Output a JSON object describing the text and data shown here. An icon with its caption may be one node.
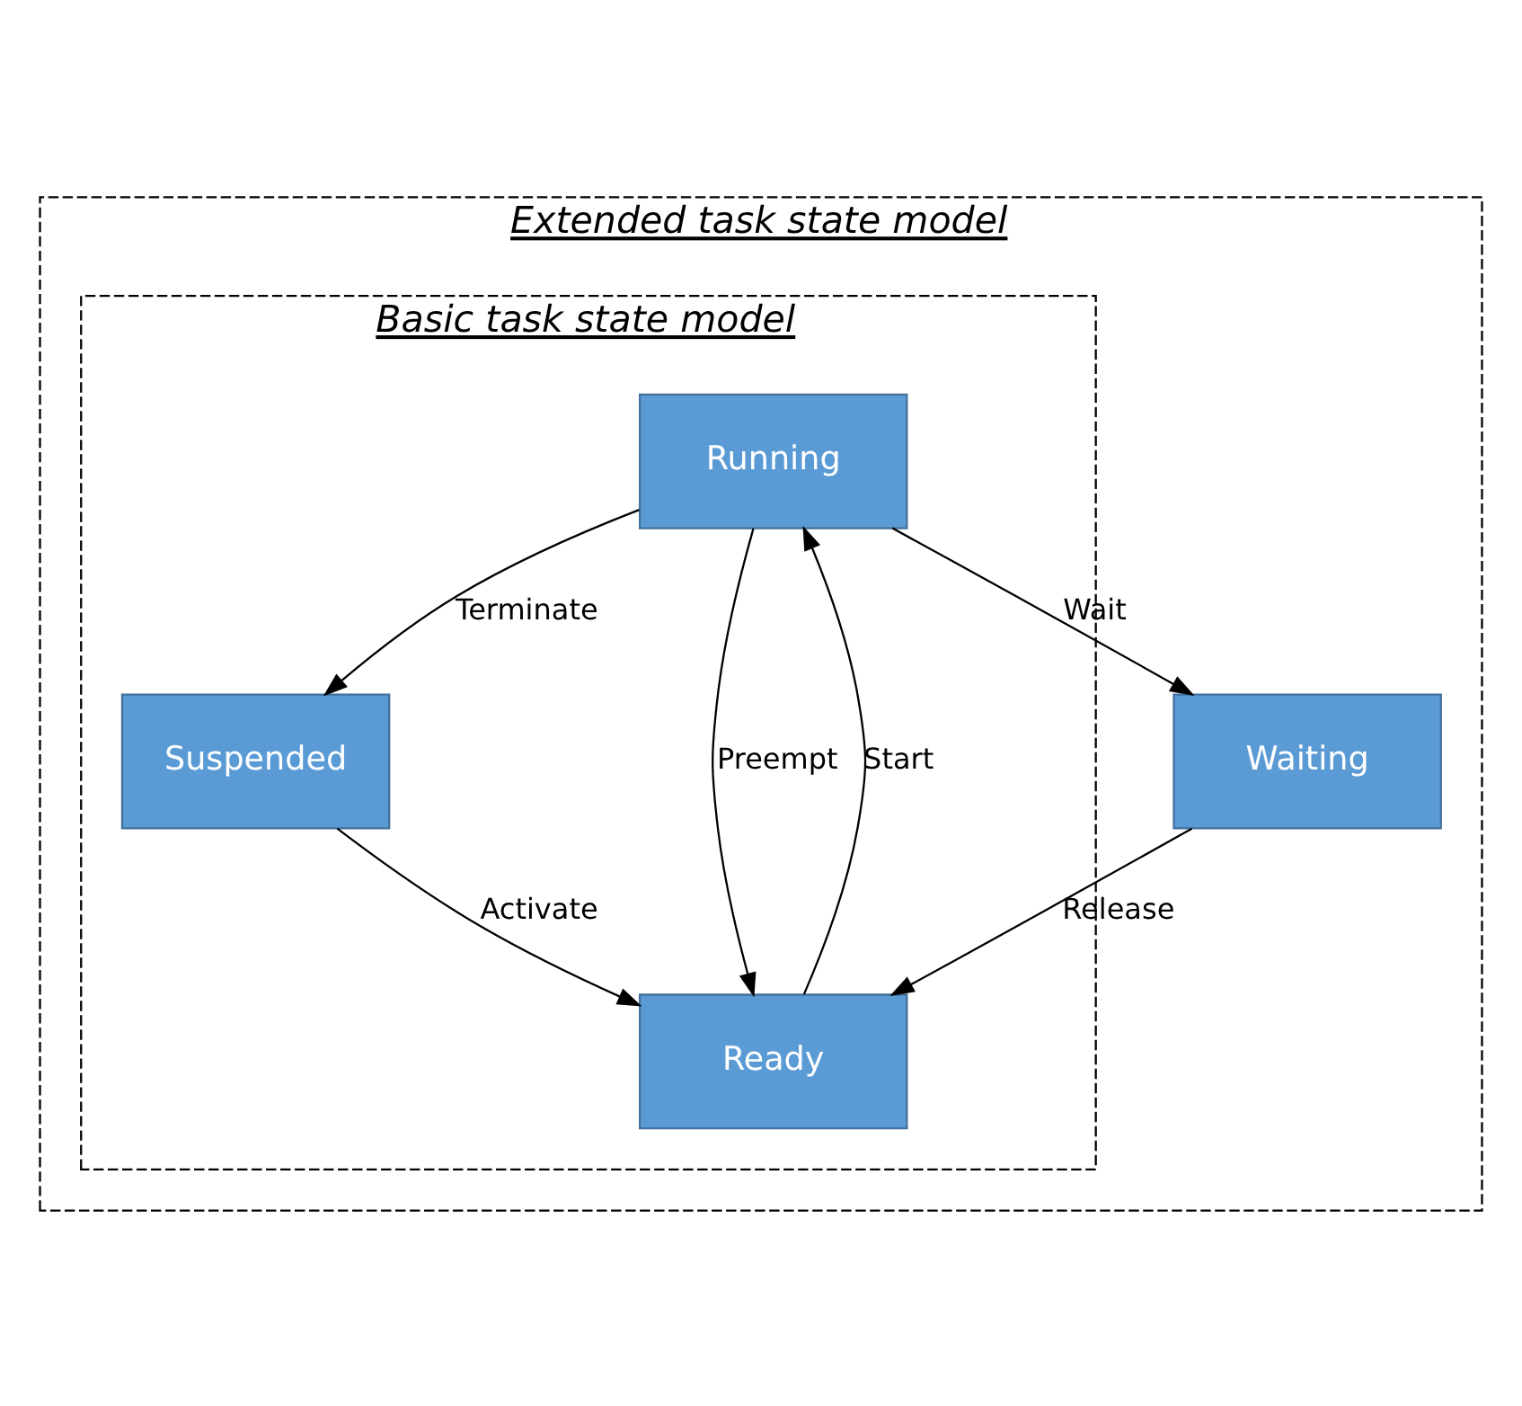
{
  "diagram": {
    "nodes": [
      {
        "text": [
          "Extended task state model"
        ]
      },
      {
        "text": [
          "Basic task state model"
        ],
        "in": 0
      },
      {
        "text": [
          "Running"
        ],
        "in": 1
      },
      {
        "text": [
          "Suspended"
        ],
        "in": 1
      },
      {
        "text": [
          "Ready"
        ],
        "in": 1
      },
      {
        "text": [
          "Waiting"
        ],
        "in": 0
      }
    ],
    "edges": [
      {
        "from": 2,
        "to": 3,
        "arrow": "to",
        "label": "Terminate"
      },
      {
        "from": 2,
        "to": 5,
        "arrow": "to",
        "label": "Wait"
      },
      {
        "from": 2,
        "to": 4,
        "arrow": "to",
        "label": "Preempt"
      },
      {
        "from": 4,
        "to": 2,
        "arrow": "to",
        "label": "Start"
      },
      {
        "from": 5,
        "to": 4,
        "arrow": "to",
        "label": "Release"
      },
      {
        "from": 3,
        "to": 4,
        "arrow": "to",
        "label": "Activate"
      }
    ]
  }
}
